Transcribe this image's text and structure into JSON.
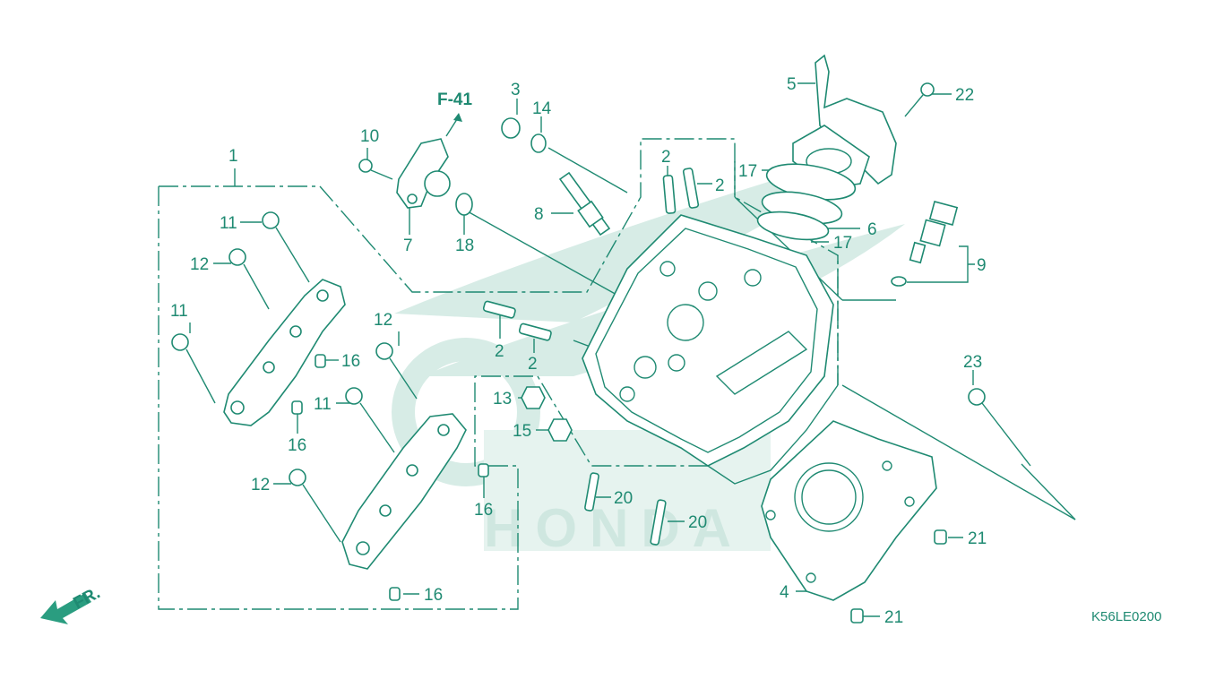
{
  "diagram": {
    "reference_code": "K56LE0200",
    "figure_ref": "F-41",
    "front_label": "FR.",
    "watermark_text": "HONDA",
    "colors": {
      "line": "#1f8a72",
      "watermark": "#d7ece6",
      "background": "#ffffff"
    },
    "callouts": {
      "c1": "1",
      "c2a": "2",
      "c2b": "2",
      "c2c": "2",
      "c2d": "2",
      "c3": "3",
      "c4": "4",
      "c5": "5",
      "c6": "6",
      "c7": "7",
      "c8": "8",
      "c9": "9",
      "c10": "10",
      "c11a": "11",
      "c11b": "11",
      "c11c": "11",
      "c12a": "12",
      "c12b": "12",
      "c12c": "12",
      "c13": "13",
      "c14": "14",
      "c15": "15",
      "c16a": "16",
      "c16b": "16",
      "c16c": "16",
      "c16d": "16",
      "c17a": "17",
      "c17b": "17",
      "c18": "18",
      "c20a": "20",
      "c20b": "20",
      "c21a": "21",
      "c21b": "21",
      "c22": "22",
      "c23": "23"
    }
  }
}
